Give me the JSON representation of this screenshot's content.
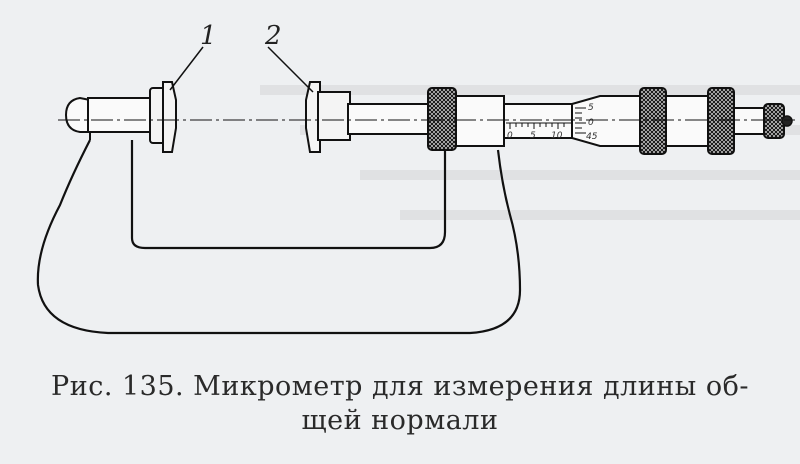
{
  "figure": {
    "callouts": [
      {
        "number": "1"
      },
      {
        "number": "2"
      }
    ],
    "sleeve_scale": [
      "0",
      "5",
      "10"
    ],
    "thimble_scale": [
      "5",
      "0",
      "45"
    ]
  },
  "caption": {
    "line1": "Рис. 135. Микрометр для измерения длины об-",
    "line2": "щей нормали"
  }
}
